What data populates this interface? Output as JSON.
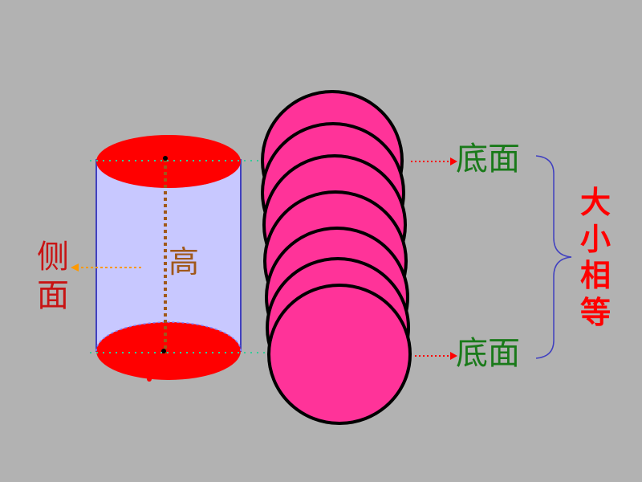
{
  "labels": {
    "top_base": "底面",
    "bottom_base": "底面",
    "height": "高",
    "side": "侧面",
    "equal_size": "大小相等"
  },
  "colors": {
    "background": "#b2b2b2",
    "base_fill": "#ff0000",
    "cylinder_body": "#c8c8ff",
    "cylinder_outline": "#4040c0",
    "disc_fill": "#ff3399",
    "disc_outline": "#000000",
    "base_label": "#1a7a1a",
    "height_line": "#a0581a",
    "side_label": "#c81414",
    "side_arrow": "#ff9900",
    "equal_label": "#ff0000",
    "connector_dots": "#33cc99",
    "pointer_arrow": "#ff0000",
    "brace": "#4040c0"
  }
}
